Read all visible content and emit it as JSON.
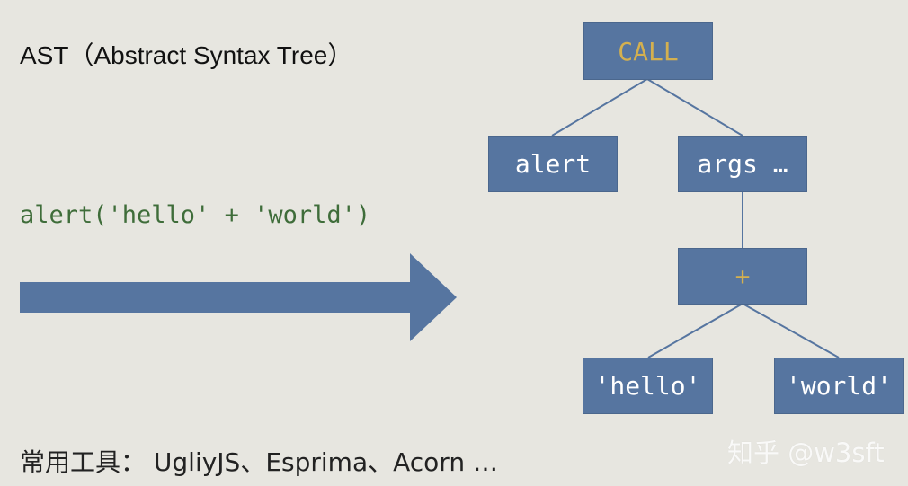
{
  "title": "AST（Abstract Syntax Tree）",
  "code": "alert('hello' + 'world')",
  "tree": {
    "call": "CALL",
    "alert": "alert",
    "args": "args …",
    "plus": "+",
    "hello": "'hello'",
    "world": "'world'"
  },
  "tools": "常用工具： UgliyJS、Esprima、Acorn …",
  "watermark": "知乎 @w3sft",
  "colors": {
    "background": "#e7e6e0",
    "node": "#5675a0",
    "node_text": "#ffffff",
    "accent_text": "#d4b04f",
    "code_text": "#3f6d3a",
    "line": "#5675a0"
  },
  "icons": {
    "arrow": "right-arrow-icon"
  }
}
